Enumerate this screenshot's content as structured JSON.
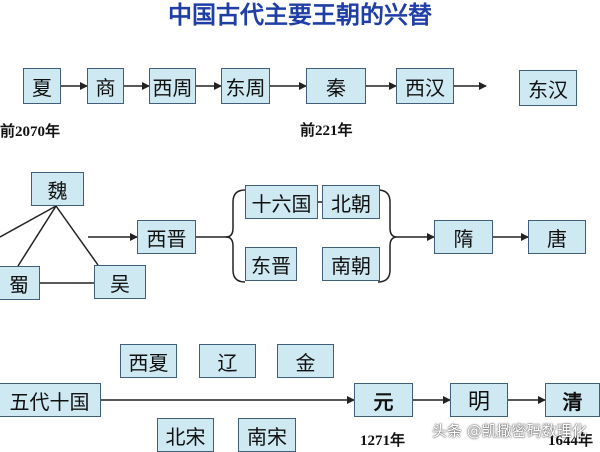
{
  "title": "中国古代主要王朝的兴替",
  "row1": {
    "xia": "夏",
    "shang": "商",
    "xizhou": "西周",
    "dongzhou": "东周",
    "qin": "秦",
    "xihan": "西汉",
    "donghan": "东汉"
  },
  "row2": {
    "wei": "魏",
    "shu": "蜀",
    "wu": "吴",
    "xijin": "西晋",
    "shiliuguo": "十六国",
    "beichao": "北朝",
    "dongjin": "东晋",
    "nanchao": "南朝",
    "sui": "隋",
    "tang": "唐"
  },
  "row3": {
    "xixia": "西夏",
    "liao": "辽",
    "jin": "金",
    "wudai": "五代十国",
    "yuan": "元",
    "ming": "明",
    "qing": "清",
    "beisong": "北宋",
    "nansong": "南宋"
  },
  "years": {
    "y2070": "前2070年",
    "y221": "前221年",
    "y1271": "1271年",
    "y1644": "1644年"
  },
  "watermark": "头条 @凯撒密码数理化"
}
